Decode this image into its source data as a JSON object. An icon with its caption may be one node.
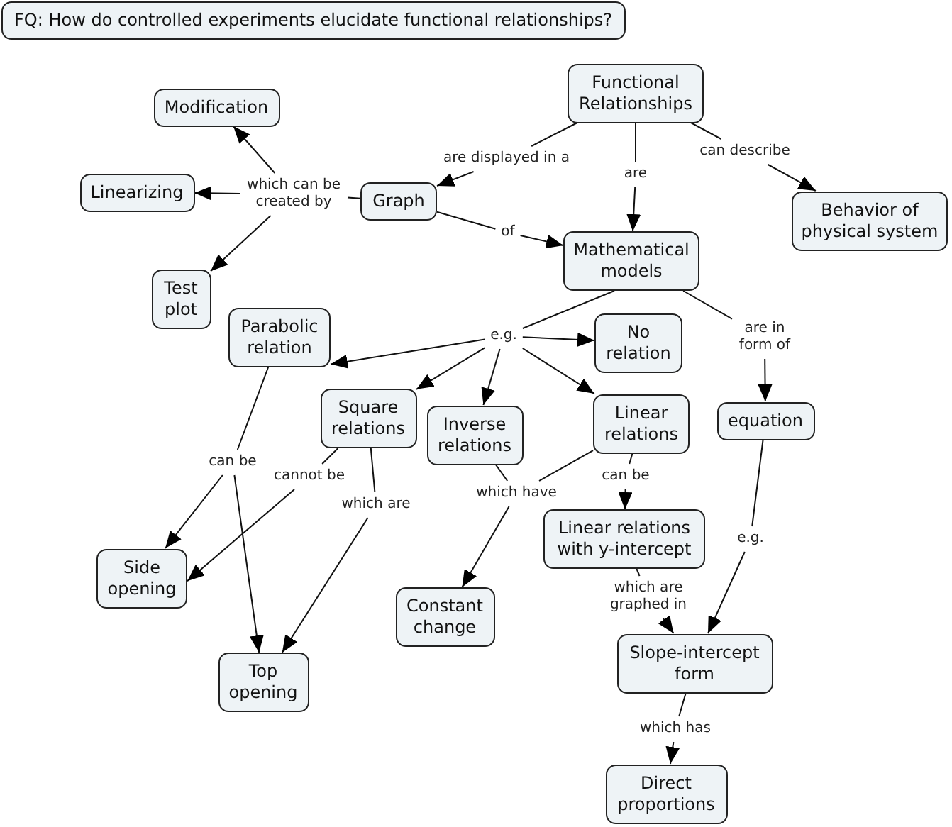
{
  "diagram": {
    "title": "FQ: How do controlled experiments elucidate functional relationships?",
    "nodes": [
      {
        "text": [
          "Functional Relationships"
        ]
      },
      {
        "text": [
          "Modification"
        ]
      },
      {
        "text": [
          "can describe"
        ]
      },
      {
        "text": [
          "are displayed in a"
        ]
      },
      {
        "text": [
          "Linearizing"
        ]
      },
      {
        "text": [
          "are"
        ]
      },
      {
        "text": [
          "Graph"
        ]
      },
      {
        "text": [
          "which can be created by"
        ]
      },
      {
        "text": [
          "Behavior of physical system"
        ]
      },
      {
        "text": [
          "of"
        ]
      },
      {
        "text": [
          "Mathematical models"
        ]
      },
      {
        "text": [
          "Test plot"
        ]
      },
      {
        "text": [
          "Parabolic relation"
        ]
      },
      {
        "text": [
          "No relation"
        ]
      },
      {
        "text": [
          "are in form of"
        ]
      },
      {
        "text": [
          "e.g."
        ]
      },
      {
        "text": [
          "Square relations"
        ]
      },
      {
        "text": [
          "Linear relations"
        ]
      },
      {
        "text": [
          "equation"
        ]
      },
      {
        "text": [
          "Inverse relations"
        ]
      },
      {
        "text": [
          "can be"
        ]
      },
      {
        "text": [
          "cannot be"
        ]
      },
      {
        "text": [
          "can be"
        ]
      },
      {
        "text": [
          "which have"
        ]
      },
      {
        "text": [
          "which are"
        ]
      },
      {
        "text": [
          "Linear relations with y-intercept"
        ]
      },
      {
        "text": [
          "e.g."
        ]
      },
      {
        "text": [
          "Side opening"
        ]
      },
      {
        "text": [
          "Constant change"
        ]
      },
      {
        "text": [
          "which are graphed in"
        ]
      },
      {
        "text": [
          "Slope-intercept form"
        ]
      },
      {
        "text": [
          "Top opening"
        ]
      },
      {
        "text": [
          "which has"
        ]
      },
      {
        "text": [
          "Direct proportions"
        ]
      }
    ],
    "edges": [
      {
        "from": 0,
        "to": 3,
        "arrow": "none"
      },
      {
        "from": 3,
        "to": 6,
        "arrow": "to"
      },
      {
        "from": 0,
        "to": 5,
        "arrow": "none"
      },
      {
        "from": 5,
        "to": 10,
        "arrow": "to"
      },
      {
        "from": 0,
        "to": 2,
        "arrow": "none"
      },
      {
        "from": 2,
        "to": 8,
        "arrow": "to"
      },
      {
        "from": 6,
        "to": 7,
        "arrow": "none"
      },
      {
        "from": 7,
        "to": 1,
        "arrow": "to"
      },
      {
        "from": 7,
        "to": 4,
        "arrow": "to"
      },
      {
        "from": 7,
        "to": 11,
        "arrow": "to"
      },
      {
        "from": 6,
        "to": 9,
        "arrow": "none"
      },
      {
        "from": 9,
        "to": 10,
        "arrow": "to"
      },
      {
        "from": 10,
        "to": 15,
        "arrow": "none"
      },
      {
        "from": 15,
        "to": 12,
        "arrow": "to"
      },
      {
        "from": 15,
        "to": 16,
        "arrow": "to"
      },
      {
        "from": 15,
        "to": 19,
        "arrow": "to"
      },
      {
        "from": 15,
        "to": 17,
        "arrow": "to"
      },
      {
        "from": 15,
        "to": 13,
        "arrow": "to"
      },
      {
        "from": 10,
        "to": 14,
        "arrow": "none"
      },
      {
        "from": 14,
        "to": 18,
        "arrow": "to"
      },
      {
        "from": 12,
        "to": 20,
        "arrow": "none"
      },
      {
        "from": 20,
        "to": 27,
        "arrow": "to"
      },
      {
        "from": 20,
        "to": 31,
        "arrow": "to"
      },
      {
        "from": 16,
        "to": 21,
        "arrow": "none"
      },
      {
        "from": 21,
        "to": 27,
        "arrow": "to"
      },
      {
        "from": 16,
        "to": 24,
        "arrow": "none"
      },
      {
        "from": 24,
        "to": 31,
        "arrow": "to"
      },
      {
        "from": 19,
        "to": 23,
        "arrow": "none"
      },
      {
        "from": 17,
        "to": 23,
        "arrow": "none"
      },
      {
        "from": 23,
        "to": 28,
        "arrow": "to"
      },
      {
        "from": 17,
        "to": 22,
        "arrow": "none"
      },
      {
        "from": 22,
        "to": 25,
        "arrow": "to"
      },
      {
        "from": 25,
        "to": 29,
        "arrow": "none"
      },
      {
        "from": 29,
        "to": 30,
        "arrow": "to"
      },
      {
        "from": 18,
        "to": 26,
        "arrow": "none"
      },
      {
        "from": 26,
        "to": 30,
        "arrow": "to"
      },
      {
        "from": 30,
        "to": 32,
        "arrow": "none"
      },
      {
        "from": 32,
        "to": 33,
        "arrow": "to"
      }
    ]
  }
}
